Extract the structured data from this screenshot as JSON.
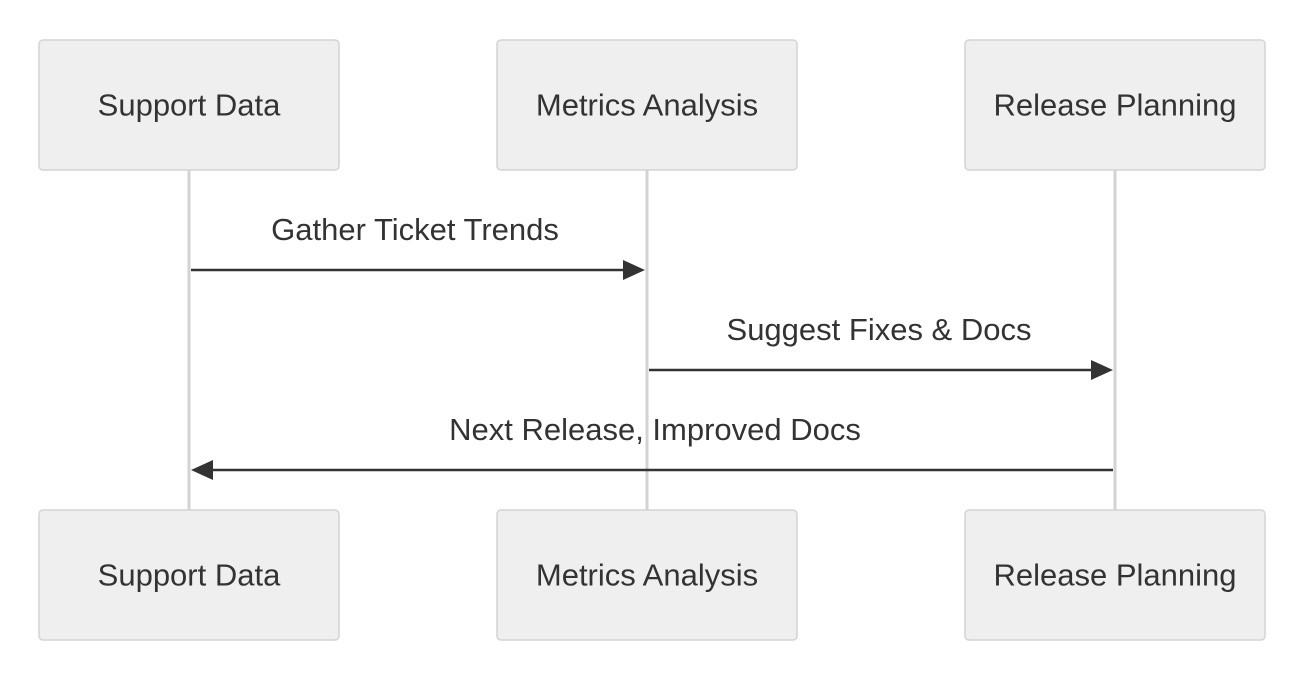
{
  "diagram": {
    "type": "sequence",
    "participants": [
      {
        "id": "support",
        "label": "Support Data"
      },
      {
        "id": "metrics",
        "label": "Metrics Analysis"
      },
      {
        "id": "release",
        "label": "Release Planning"
      }
    ],
    "messages": [
      {
        "from": "support",
        "to": "metrics",
        "label": "Gather Ticket Trends"
      },
      {
        "from": "metrics",
        "to": "release",
        "label": "Suggest Fixes & Docs"
      },
      {
        "from": "release",
        "to": "support",
        "label": "Next Release, Improved Docs"
      }
    ]
  },
  "colors": {
    "actor_fill": "#efefef",
    "actor_border": "#d4d4d4",
    "lifeline": "#d3d3d3",
    "arrow": "#333333",
    "text": "#333333"
  }
}
